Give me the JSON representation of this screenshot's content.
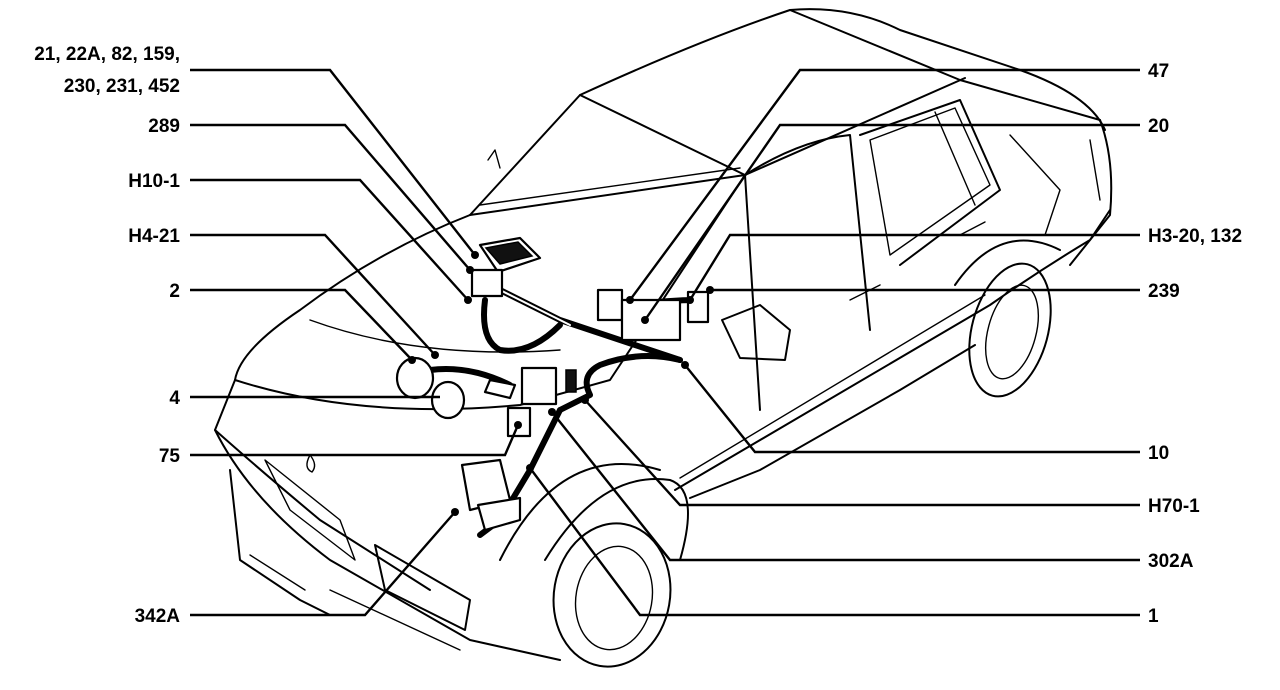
{
  "diagram": {
    "callouts_left": [
      {
        "id": "c1",
        "lines": [
          "21, 22A, 82, 159,",
          "230, 231, 452"
        ]
      },
      {
        "id": "c2",
        "lines": [
          "289"
        ]
      },
      {
        "id": "c3",
        "lines": [
          "H10-1"
        ]
      },
      {
        "id": "c4",
        "lines": [
          "H4-21"
        ]
      },
      {
        "id": "c5",
        "lines": [
          "2"
        ]
      },
      {
        "id": "c6",
        "lines": [
          "4"
        ]
      },
      {
        "id": "c7",
        "lines": [
          "75"
        ]
      },
      {
        "id": "c8",
        "lines": [
          "342A"
        ]
      }
    ],
    "callouts_right": [
      {
        "id": "c9",
        "lines": [
          "47"
        ]
      },
      {
        "id": "c10",
        "lines": [
          "20"
        ]
      },
      {
        "id": "c11",
        "lines": [
          "H3-20, 132"
        ]
      },
      {
        "id": "c12",
        "lines": [
          "239"
        ]
      },
      {
        "id": "c13",
        "lines": [
          "10"
        ]
      },
      {
        "id": "c14",
        "lines": [
          "H70-1"
        ]
      },
      {
        "id": "c15",
        "lines": [
          "302A"
        ]
      },
      {
        "id": "c16",
        "lines": [
          "1"
        ]
      }
    ]
  }
}
